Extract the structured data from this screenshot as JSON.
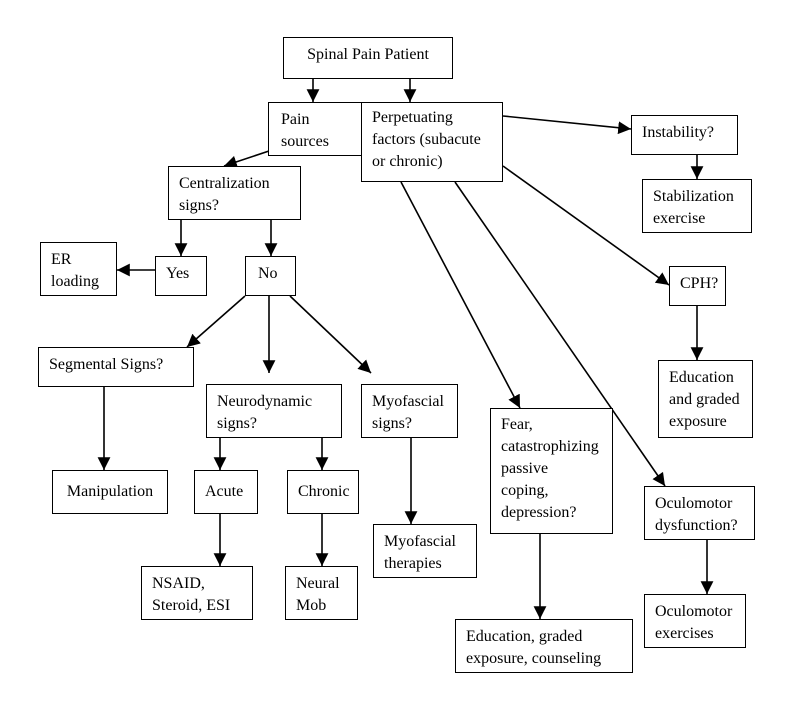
{
  "nodes": {
    "spinal_pain_patient": "Spinal Pain Patient",
    "pain_sources": "Pain\nsources",
    "perpetuating_factors": "Perpetuating\nfactors (subacute\nor chronic)",
    "instability": "Instability?",
    "stabilization_exercise": "Stabilization\nexercise",
    "centralization_signs": "Centralization\nsigns?",
    "er_loading": "ER\nloading",
    "yes": "Yes",
    "no": "No",
    "cph": "CPH?",
    "segmental_signs": "Segmental Signs?",
    "neurodynamic_signs": "Neurodynamic\nsigns?",
    "myofascial_signs": "Myofascial\nsigns?",
    "fear_catastrophizing": "Fear,\ncatastrophizing\npassive\ncoping,\ndepression?",
    "education_graded_exposure_right": "Education\nand graded\nexposure",
    "manipulation": "Manipulation",
    "acute": "Acute",
    "chronic": "Chronic",
    "myofascial_therapies": "Myofascial\ntherapies",
    "oculomotor_dysfunction": "Oculomotor\ndysfunction?",
    "nsaid_steroid_esi": "NSAID,\nSteroid, ESI",
    "neural_mob": "Neural\nMob",
    "oculomotor_exercises": "Oculomotor\nexercises",
    "education_graded_exposure_counseling": "Education, graded\nexposure, counseling"
  },
  "edges": [
    [
      "spinal_pain_patient",
      "pain_sources"
    ],
    [
      "spinal_pain_patient",
      "perpetuating_factors"
    ],
    [
      "pain_sources",
      "centralization_signs"
    ],
    [
      "centralization_signs",
      "yes"
    ],
    [
      "centralization_signs",
      "no"
    ],
    [
      "yes",
      "er_loading"
    ],
    [
      "no",
      "segmental_signs"
    ],
    [
      "no",
      "neurodynamic_signs"
    ],
    [
      "no",
      "myofascial_signs"
    ],
    [
      "segmental_signs",
      "manipulation"
    ],
    [
      "neurodynamic_signs",
      "acute"
    ],
    [
      "neurodynamic_signs",
      "chronic"
    ],
    [
      "acute",
      "nsaid_steroid_esi"
    ],
    [
      "chronic",
      "neural_mob"
    ],
    [
      "myofascial_signs",
      "myofascial_therapies"
    ],
    [
      "perpetuating_factors",
      "instability"
    ],
    [
      "instability",
      "stabilization_exercise"
    ],
    [
      "perpetuating_factors",
      "cph"
    ],
    [
      "cph",
      "education_graded_exposure_right"
    ],
    [
      "perpetuating_factors",
      "fear_catastrophizing"
    ],
    [
      "perpetuating_factors",
      "oculomotor_dysfunction"
    ],
    [
      "fear_catastrophizing",
      "education_graded_exposure_counseling"
    ],
    [
      "oculomotor_dysfunction",
      "oculomotor_exercises"
    ]
  ]
}
